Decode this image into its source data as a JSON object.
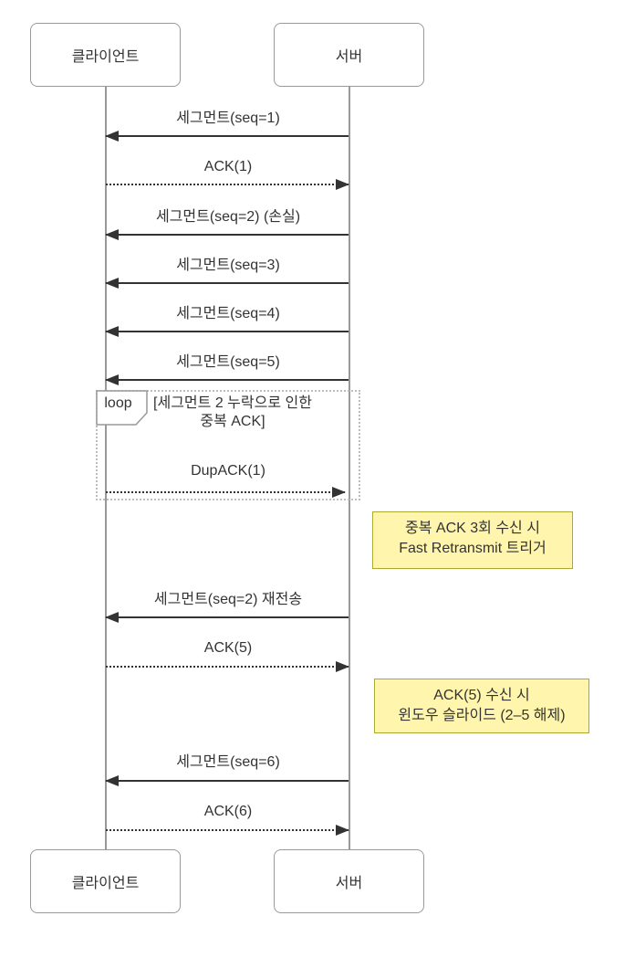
{
  "diagram": {
    "type": "sequence-diagram",
    "topic": "TCP Fast Retransmit / Sliding Window",
    "actors": [
      {
        "id": "client",
        "label": "클라이언트"
      },
      {
        "id": "server",
        "label": "서버"
      }
    ],
    "messages": [
      {
        "label": "세그먼트(seq=1)",
        "from": "server",
        "to": "client",
        "line": "solid"
      },
      {
        "label": "ACK(1)",
        "from": "client",
        "to": "server",
        "line": "dotted"
      },
      {
        "label": "세그먼트(seq=2) (손실)",
        "from": "server",
        "to": "client",
        "line": "solid"
      },
      {
        "label": "세그먼트(seq=3)",
        "from": "server",
        "to": "client",
        "line": "solid"
      },
      {
        "label": "세그먼트(seq=4)",
        "from": "server",
        "to": "client",
        "line": "solid"
      },
      {
        "label": "세그먼트(seq=5)",
        "from": "server",
        "to": "client",
        "line": "solid"
      },
      {
        "label": "DupACK(1)",
        "from": "client",
        "to": "server",
        "line": "dotted"
      },
      {
        "label": "세그먼트(seq=2) 재전송",
        "from": "server",
        "to": "client",
        "line": "solid"
      },
      {
        "label": "ACK(5)",
        "from": "client",
        "to": "server",
        "line": "dotted"
      },
      {
        "label": "세그먼트(seq=6)",
        "from": "server",
        "to": "client",
        "line": "solid"
      },
      {
        "label": "ACK(6)",
        "from": "client",
        "to": "server",
        "line": "dotted"
      }
    ],
    "loop": {
      "label": "loop",
      "condition_line1": "[세그먼트 2 누락으로 인한",
      "condition_line2": "중복 ACK]"
    },
    "notes": [
      {
        "line1": "중복 ACK 3회 수신 시",
        "line2": "Fast Retransmit 트리거"
      },
      {
        "line1": "ACK(5) 수신 시",
        "line2": "윈도우 슬라이드 (2–5 해제)"
      }
    ],
    "colors": {
      "arrow": "#333333",
      "text": "#333333",
      "lifeline": "#999999",
      "actor_border": "#999999",
      "loop_border": "#bdbdbd",
      "note_bg": "#fff5ad",
      "note_border": "#aaaa33"
    }
  }
}
